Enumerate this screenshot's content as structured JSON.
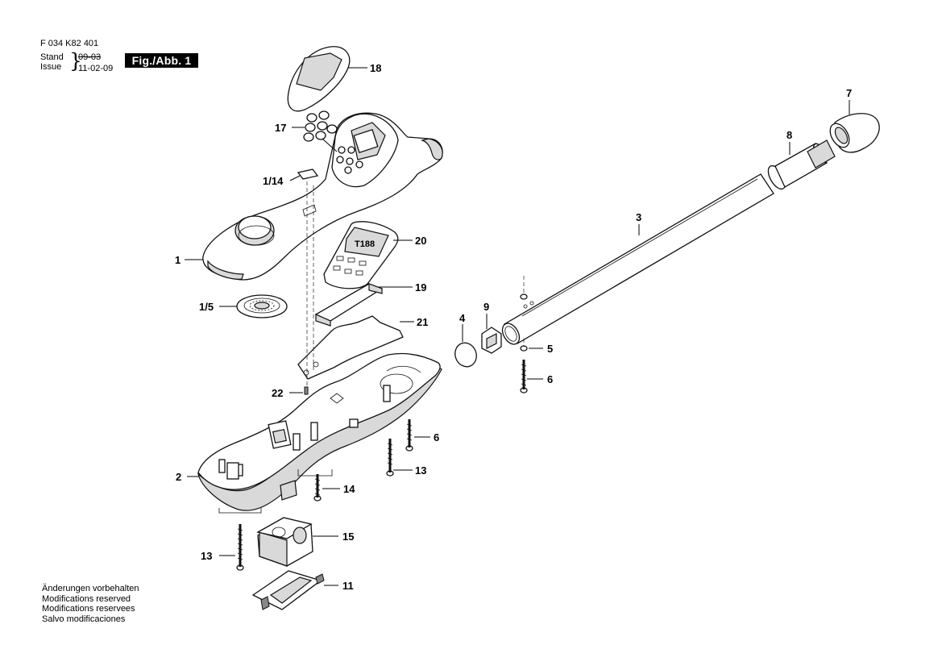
{
  "header": {
    "doc_number": "F 034 K82 401",
    "stand_label": "Stand",
    "issue_label": "Issue",
    "stand_date": "09-03",
    "issue_date": "11-02-09",
    "figure_label": "Fig./Abb. 1"
  },
  "notes": [
    "Änderungen vorbehalten",
    "Modifications reserved",
    "Modifications reservees",
    "Salvo modificaciones"
  ],
  "part_labels": [
    "18",
    "17",
    "1/14",
    "1",
    "1/5",
    "20",
    "19",
    "21",
    "22",
    "2",
    "13",
    "14",
    "15",
    "11",
    "6",
    "13",
    "4",
    "9",
    "5",
    "6",
    "3",
    "8",
    "7"
  ]
}
